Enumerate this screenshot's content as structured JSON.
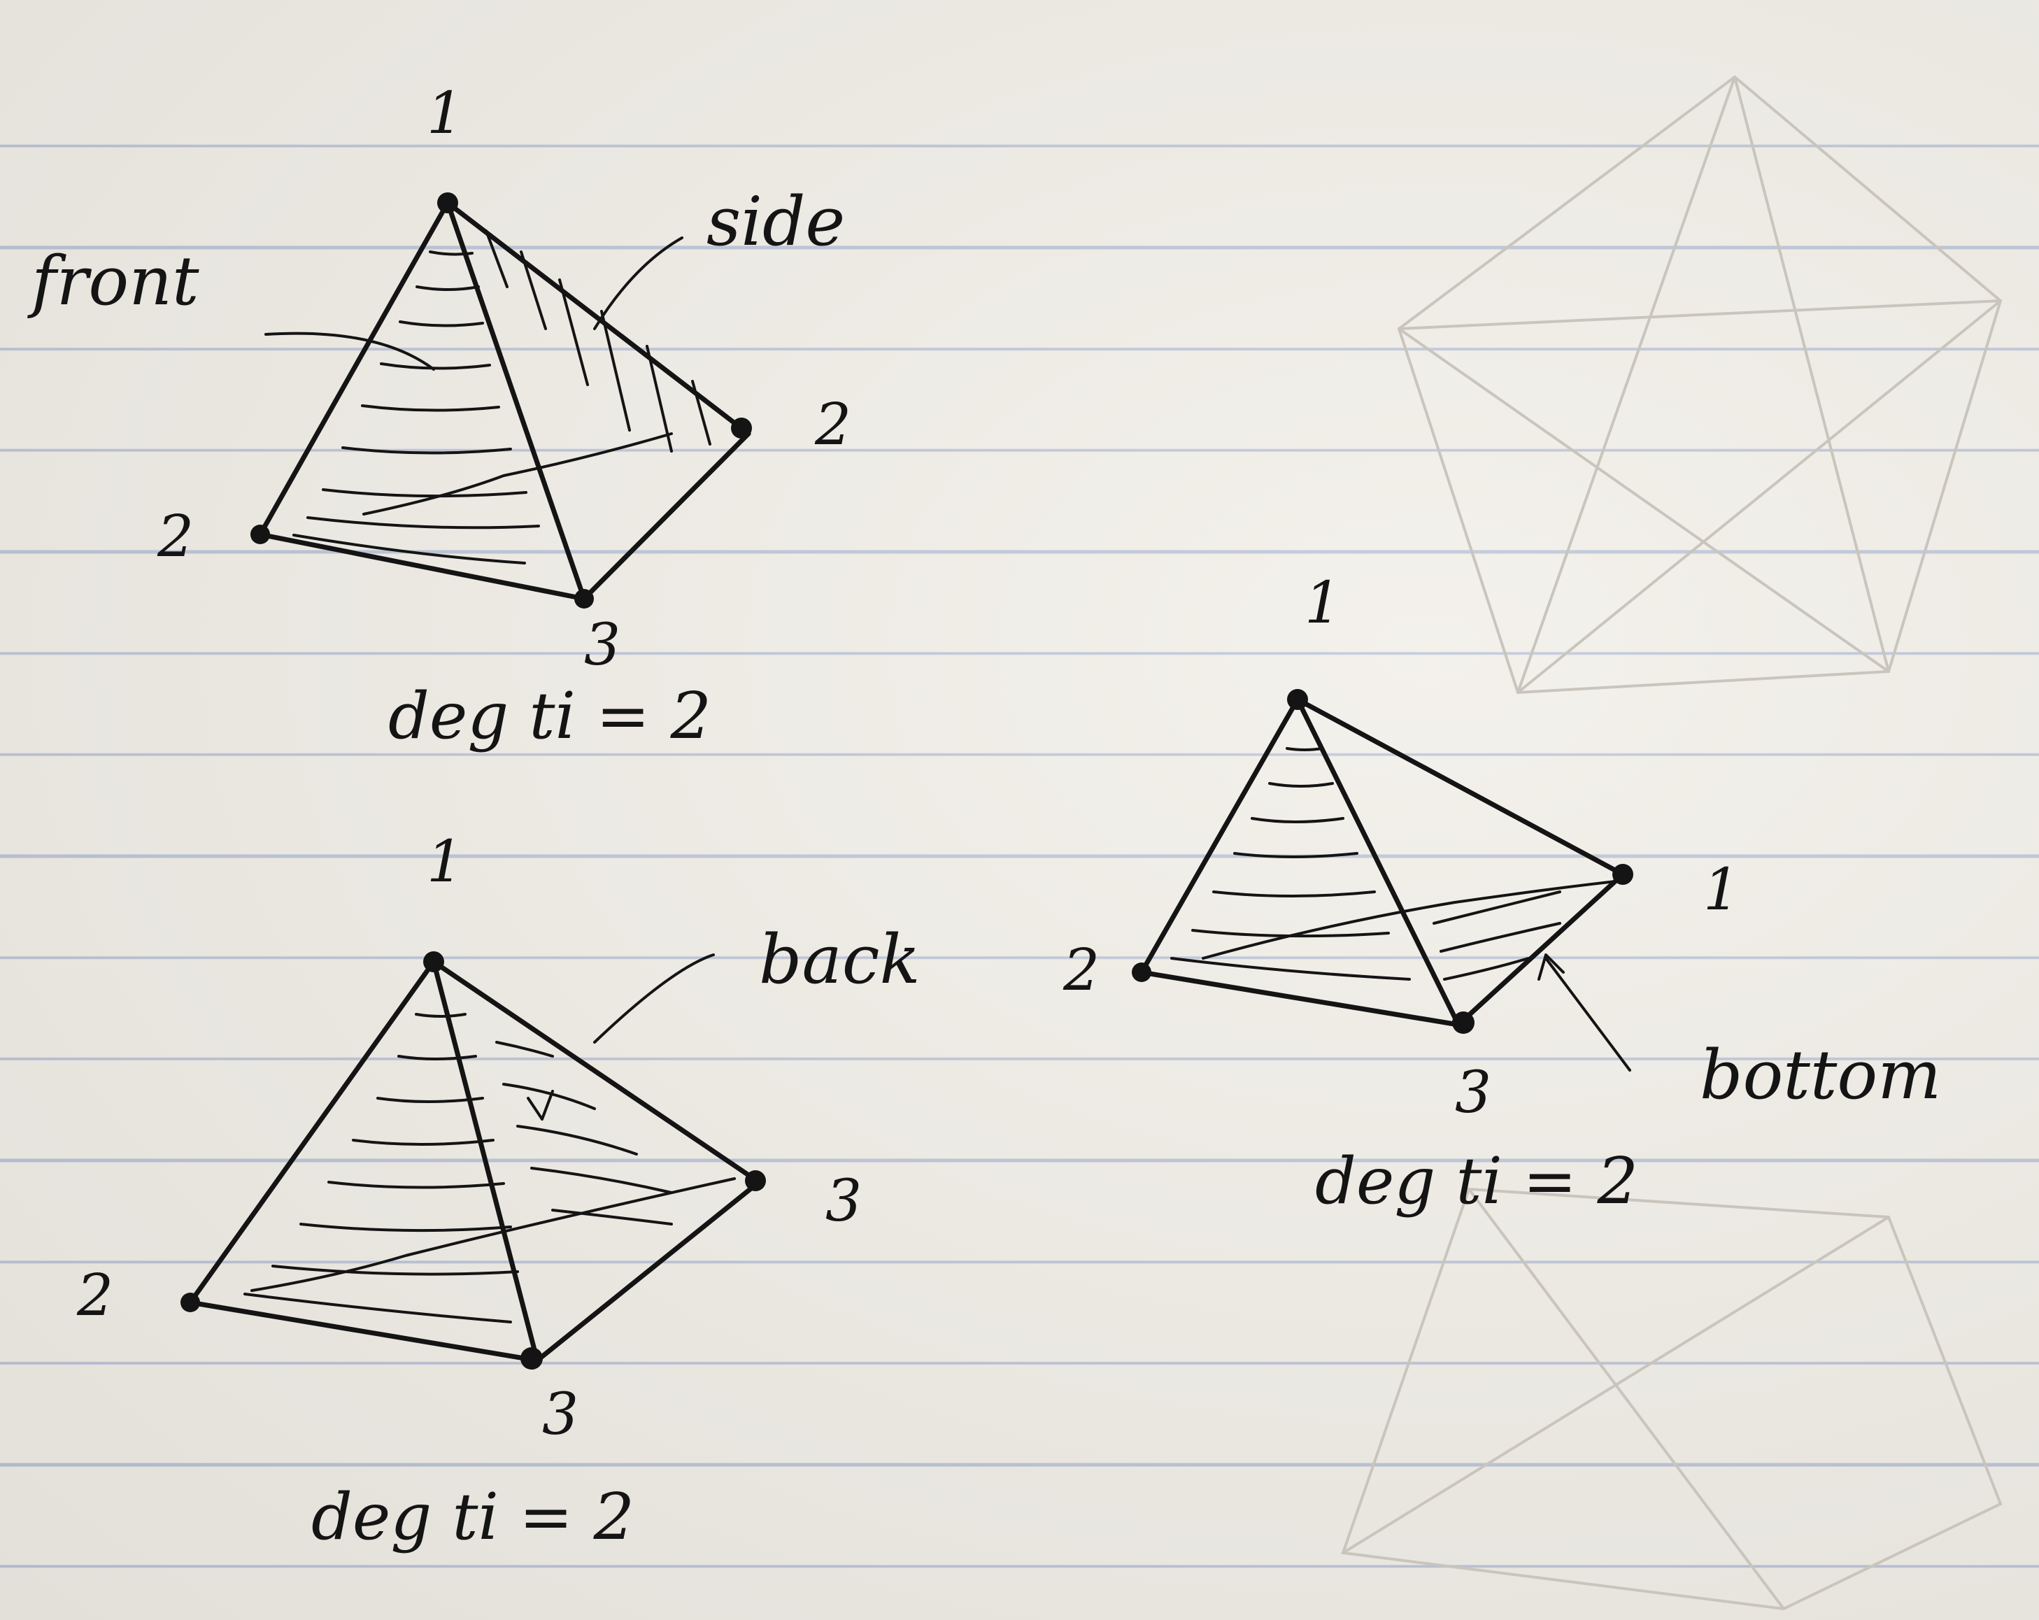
{
  "figures": [
    {
      "vertex_labels": [
        "1",
        "2",
        "3",
        "2"
      ],
      "face_labels": [
        "front",
        "side"
      ],
      "degree_text": "deg ti = 2"
    },
    {
      "vertex_labels": [
        "1",
        "2",
        "3",
        "3"
      ],
      "face_labels": [
        "back"
      ],
      "degree_text": "deg ti = 2"
    },
    {
      "vertex_labels": [
        "1",
        "2",
        "3",
        "1"
      ],
      "face_labels": [
        "bottom"
      ],
      "degree_text": "deg ti = 2"
    }
  ],
  "colors": {
    "ink": "#141414",
    "paper": "#f1eee7",
    "rule_line": "#8ca0c8"
  }
}
